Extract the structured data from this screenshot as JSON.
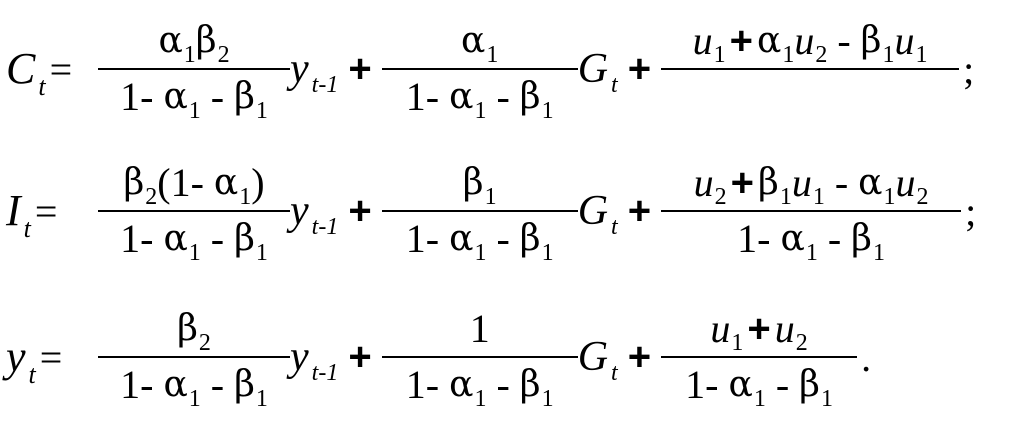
{
  "equations": [
    {
      "lhs": {
        "var": "C",
        "sub": "t"
      },
      "eq": "=",
      "t1": {
        "num": {
          "a": "α",
          "as": "1",
          "b": "β",
          "bs": "2"
        },
        "den": {
          "one": "1",
          "m1": "-",
          "a": "α",
          "as": "1",
          "m2": "-",
          "b": "β",
          "bs": "1"
        },
        "var": "y",
        "sub": "t-1"
      },
      "plus1": "+",
      "t2": {
        "num": {
          "a": "α",
          "as": "1"
        },
        "den": {
          "one": "1",
          "m1": "-",
          "a": "α",
          "as": "1",
          "m2": "-",
          "b": "β",
          "bs": "1"
        },
        "var": "G",
        "sub": "t"
      },
      "plus2": "+",
      "t3": {
        "num": {
          "u1": "u",
          "u1s": "1",
          "p": "+",
          "a": "α",
          "as": "1",
          "u2": "u",
          "u2s": "2",
          "m": "-",
          "b": "β",
          "bs": "1",
          "u3": "u",
          "u3s": "1"
        }
      },
      "end": ";"
    },
    {
      "lhs": {
        "var": "I",
        "sub": "t"
      },
      "eq": "=",
      "t1": {
        "num": {
          "b": "β",
          "bs": "2",
          "open": "(1-",
          "a": "α",
          "as": "1",
          "close": ")"
        },
        "den": {
          "one": "1",
          "m1": "-",
          "a": "α",
          "as": "1",
          "m2": "-",
          "b": "β",
          "bs": "1"
        },
        "var": "y",
        "sub": "t-1"
      },
      "plus1": "+",
      "t2": {
        "num": {
          "b": "β",
          "bs": "1"
        },
        "den": {
          "one": "1",
          "m1": "-",
          "a": "α",
          "as": "1",
          "m2": "-",
          "b": "β",
          "bs": "1"
        },
        "var": "G",
        "sub": "t"
      },
      "plus2": "+",
      "t3": {
        "num": {
          "u1": "u",
          "u1s": "2",
          "p": "+",
          "b": "β",
          "bs": "1",
          "u2": "u",
          "u2s": "1",
          "m": "-",
          "a": "α",
          "as": "1",
          "u3": "u",
          "u3s": "2"
        },
        "den": {
          "one": "1",
          "m1": "-",
          "a": "α",
          "as": "1",
          "m2": "-",
          "b": "β",
          "bs": "1"
        }
      },
      "end": ";"
    },
    {
      "lhs": {
        "var": "y",
        "sub": "t"
      },
      "eq": "=",
      "t1": {
        "num": {
          "b": "β",
          "bs": "2"
        },
        "den": {
          "one": "1",
          "m1": "-",
          "a": "α",
          "as": "1",
          "m2": "-",
          "b": "β",
          "bs": "1"
        },
        "var": "y",
        "sub": "t-1"
      },
      "plus1": "+",
      "t2": {
        "num": {
          "one": "1"
        },
        "den": {
          "one": "1",
          "m1": "-",
          "a": "α",
          "as": "1",
          "m2": "-",
          "b": "β",
          "bs": "1"
        },
        "var": "G",
        "sub": "t"
      },
      "plus2": "+",
      "t3": {
        "num": {
          "u1": "u",
          "u1s": "1",
          "p": "+",
          "u2": "u",
          "u2s": "2"
        },
        "den": {
          "one": "1",
          "m1": "-",
          "a": "α",
          "as": "1",
          "m2": "-",
          "b": "β",
          "bs": "1"
        }
      },
      "end": "."
    }
  ]
}
